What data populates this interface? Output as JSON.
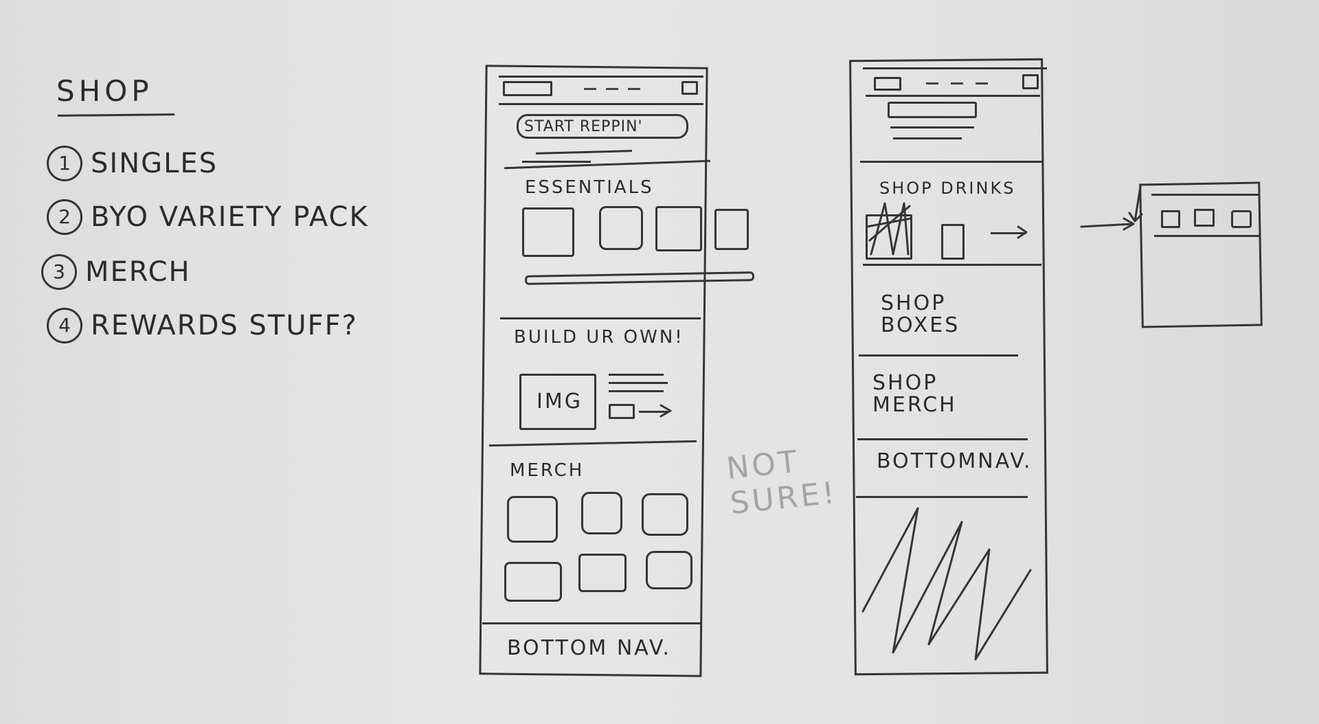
{
  "notes": {
    "title": "SHOP",
    "items": [
      {
        "num": "1",
        "label": "SINGLES"
      },
      {
        "num": "2",
        "label": "BYO VARIETY PACK"
      },
      {
        "num": "3",
        "label": "MERCH"
      },
      {
        "num": "4",
        "label": "REWARDS STUFF?"
      }
    ]
  },
  "wireframe_a": {
    "hero_button": "START REPPIN'",
    "section_essentials": "ESSENTIALS",
    "section_build": "BUILD UR OWN!",
    "img_placeholder": "IMG",
    "section_merch": "MERCH",
    "bottom_nav": "BOTTOM NAV."
  },
  "side_note": "NOT\nSURE!",
  "wireframe_b": {
    "section_drinks": "SHOP DRINKS",
    "section_boxes": "SHOP\nBOXES",
    "section_merch": "SHOP\nMERCH",
    "bottom_nav": "BOTTOMNAV."
  }
}
